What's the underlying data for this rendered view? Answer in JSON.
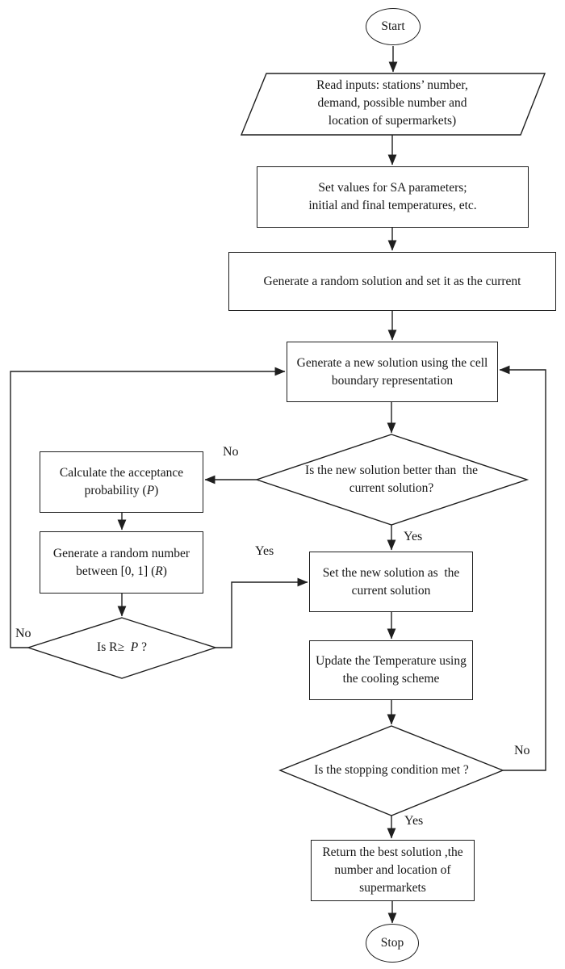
{
  "flowchart": {
    "description": "Simulated annealing flowchart for supermarket number and location optimization",
    "colors": {
      "background": "#ffffff",
      "stroke": "#1f1f1f",
      "text": "#161616"
    },
    "nodes": {
      "start": {
        "label": "Start"
      },
      "read_inputs": {
        "lines": [
          "Read inputs: stations’ number,",
          "demand, possible number and",
          "location of supermarkets)"
        ]
      },
      "set_sa_params": {
        "lines": [
          "Set values for SA parameters;",
          "initial and final temperatures, etc."
        ]
      },
      "generate_random_solution": {
        "lines": [
          "Generate a random solution and set it as the current"
        ]
      },
      "generate_new_solution": {
        "lines": [
          "Generate a new solution using the cell",
          "boundary representation"
        ]
      },
      "is_better": {
        "lines": [
          "Is the new solution better than  the",
          "current solution?"
        ]
      },
      "calc_acceptance": {
        "line1": "Calculate the acceptance",
        "line2_pre": "probability (",
        "line2_italic": "P",
        "line2_post": ")"
      },
      "generate_random_number": {
        "line1": "Generate a random number",
        "line2_pre": "between [0, 1] (",
        "line2_italic": "R",
        "line2_post": ")"
      },
      "is_r_ge_p": {
        "pre": "Is R≥  ",
        "italic": "P",
        "post": " ?"
      },
      "set_new_solution": {
        "lines": [
          "Set the new solution as  the",
          "current solution"
        ]
      },
      "update_temperature": {
        "lines": [
          "Update the Temperature using",
          "the cooling scheme"
        ]
      },
      "is_stopping": {
        "lines": [
          "Is the stopping condition met ?"
        ]
      },
      "return_best": {
        "lines": [
          "Return the best solution ,the",
          "number and location of",
          "supermarkets"
        ]
      },
      "stop": {
        "label": "Stop"
      }
    },
    "edge_labels": {
      "is_better_no": "No",
      "is_better_yes": "Yes",
      "is_r_ge_p_no": "No",
      "is_r_ge_p_yes": "Yes",
      "is_stopping_no": "No",
      "is_stopping_yes": "Yes"
    }
  }
}
